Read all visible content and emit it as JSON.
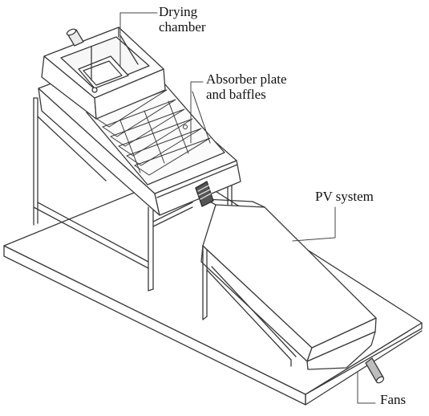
{
  "labels": {
    "drying_chamber": [
      "Drying",
      "chamber"
    ],
    "absorber": [
      "Absorber plate",
      "and baffles"
    ],
    "pv_system": "PV system",
    "fans": "Fans"
  },
  "colors": {
    "line": "#3a3a3a",
    "surface": "#ffffff",
    "pipe": "#6a6a6a"
  }
}
